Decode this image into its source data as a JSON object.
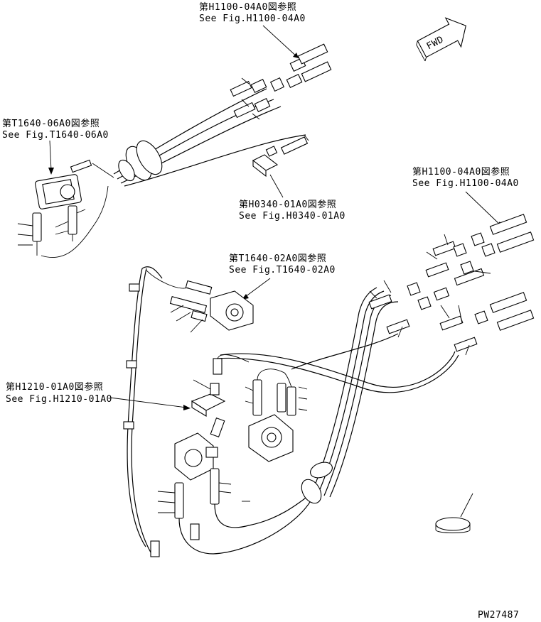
{
  "references": [
    {
      "jp": "第H1100-04A0図参照",
      "en": "See Fig.H1100-04A0"
    },
    {
      "jp": "第T1640-06A0図参照",
      "en": "See Fig.T1640-06A0"
    },
    {
      "jp": "第H0340-01A0図参照",
      "en": "See Fig.H0340-01A0"
    },
    {
      "jp": "第H1100-04A0図参照",
      "en": "See Fig.H1100-04A0"
    },
    {
      "jp": "第T1640-02A0図参照",
      "en": "See Fig.T1640-02A0"
    },
    {
      "jp": "第H1210-01A0図参照",
      "en": "See Fig.H1210-01A0"
    }
  ],
  "fwd_label": "FWD",
  "drawing_number": "PW27487"
}
